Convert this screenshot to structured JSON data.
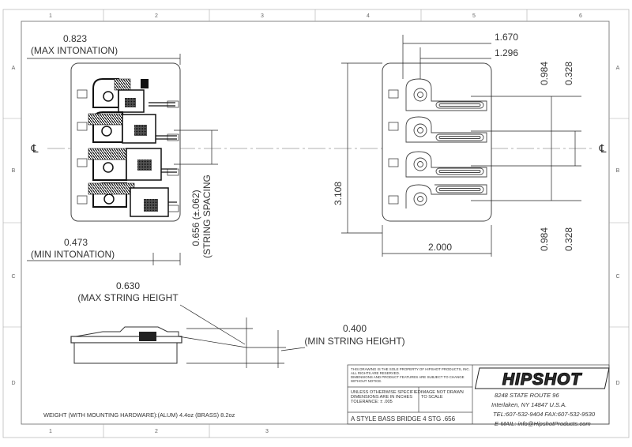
{
  "border": {
    "columns": [
      "1",
      "2",
      "3",
      "4",
      "5",
      "6"
    ],
    "rows": [
      "A",
      "B",
      "C",
      "D"
    ],
    "bottom_columns": [
      "1",
      "2",
      "3"
    ]
  },
  "dimensions": {
    "max_intonation_value": "0.823",
    "max_intonation_label": "(MAX INTONATION)",
    "min_intonation_value": "0.473",
    "min_intonation_label": "(MIN INTONATION)",
    "string_spacing_value": "0.656 (±.062)",
    "string_spacing_label": "(STRING SPACING",
    "width_1670": "1.670",
    "width_1296": "1.296",
    "height_3108": "3.108",
    "width_2000": "2.000",
    "right_0984_top": "0.984",
    "right_0328_top": "0.328",
    "right_0984_bottom": "0.984",
    "right_0328_bottom": "0.328",
    "max_string_height_value": "0.630",
    "max_string_height_label": "(MAX STRING HEIGHT",
    "min_string_height_value": "0.400",
    "min_string_height_label": "(MIN STRING HEIGHT)"
  },
  "centerline_symbol": "℄",
  "weight_note": "WEIGHT (WITH MOUNTING HARDWARE):(ALUM) 4.4oz (BRASS) 8.2oz",
  "title_block": {
    "property_notice": [
      "THIS DRAWING IS THE SOLE PROPERTY OF HIPSHOT PRODUCTS, INC.",
      "ALL RIGHTS ARE RESERVED.",
      "DIMENSIONS AND PRODUCT FEATURES ARE SUBJECT TO CHANGE",
      "WITHOUT NOTICE."
    ],
    "units_note": [
      "UNLESS OTHERWISE SPECIFIED:",
      "DIMENSIONS ARE IN INCHES",
      "TOLERANCE: ± .005"
    ],
    "scale_note": [
      "IMAGE NOT DRAWN",
      "TO SCALE"
    ],
    "part_name": "A STYLE BASS BRIDGE 4 STG .656",
    "logo_text": "HIPSHOT",
    "address_line1": "8248 STATE ROUTE 96",
    "address_line2": "Interlaken, NY 14847 U.S.A.",
    "phone_fax": "TEL:607-532-9404 FAX:607-532-9530",
    "email": "E-MAIL: info@HipshotProducts.com"
  }
}
